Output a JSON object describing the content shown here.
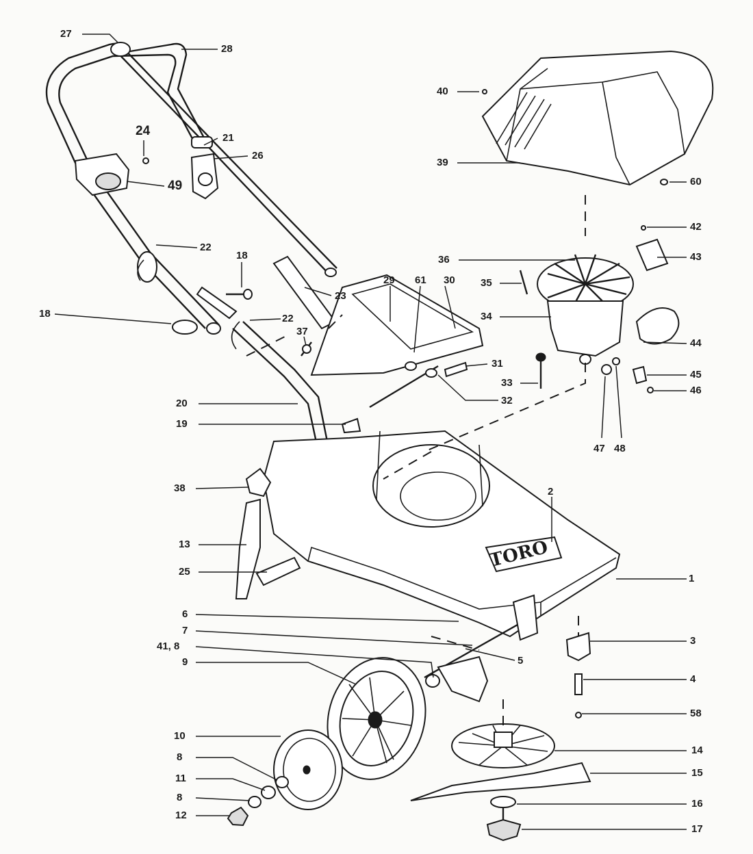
{
  "brand": "TORO",
  "parts": [
    {
      "id": "p27",
      "label": "27"
    },
    {
      "id": "p28",
      "label": "28"
    },
    {
      "id": "p24",
      "label": "24"
    },
    {
      "id": "p21",
      "label": "21"
    },
    {
      "id": "p26",
      "label": "26"
    },
    {
      "id": "p49",
      "label": "49"
    },
    {
      "id": "p22a",
      "label": "22"
    },
    {
      "id": "p18b",
      "label": "18"
    },
    {
      "id": "p23",
      "label": "23"
    },
    {
      "id": "p18a",
      "label": "18"
    },
    {
      "id": "p22b",
      "label": "22"
    },
    {
      "id": "p37",
      "label": "37"
    },
    {
      "id": "p29",
      "label": "29"
    },
    {
      "id": "p61",
      "label": "61"
    },
    {
      "id": "p30",
      "label": "30"
    },
    {
      "id": "p31",
      "label": "31"
    },
    {
      "id": "p32",
      "label": "32"
    },
    {
      "id": "p20",
      "label": "20"
    },
    {
      "id": "p19",
      "label": "19"
    },
    {
      "id": "p38",
      "label": "38"
    },
    {
      "id": "p13",
      "label": "13"
    },
    {
      "id": "p25",
      "label": "25"
    },
    {
      "id": "p2",
      "label": "2"
    },
    {
      "id": "p1",
      "label": "1"
    },
    {
      "id": "p6",
      "label": "6"
    },
    {
      "id": "p7",
      "label": "7"
    },
    {
      "id": "p41_8",
      "label": "41, 8"
    },
    {
      "id": "p9",
      "label": "9"
    },
    {
      "id": "p5",
      "label": "5"
    },
    {
      "id": "p10",
      "label": "10"
    },
    {
      "id": "p8a",
      "label": "8"
    },
    {
      "id": "p11",
      "label": "11"
    },
    {
      "id": "p8b",
      "label": "8"
    },
    {
      "id": "p12",
      "label": "12"
    },
    {
      "id": "p14",
      "label": "14"
    },
    {
      "id": "p15",
      "label": "15"
    },
    {
      "id": "p16",
      "label": "16"
    },
    {
      "id": "p17",
      "label": "17"
    },
    {
      "id": "p3",
      "label": "3"
    },
    {
      "id": "p4",
      "label": "4"
    },
    {
      "id": "p58",
      "label": "58"
    },
    {
      "id": "p40",
      "label": "40"
    },
    {
      "id": "p39",
      "label": "39"
    },
    {
      "id": "p60",
      "label": "60"
    },
    {
      "id": "p42",
      "label": "42"
    },
    {
      "id": "p36",
      "label": "36"
    },
    {
      "id": "p43",
      "label": "43"
    },
    {
      "id": "p35",
      "label": "35"
    },
    {
      "id": "p34",
      "label": "34"
    },
    {
      "id": "p44",
      "label": "44"
    },
    {
      "id": "p33",
      "label": "33"
    },
    {
      "id": "p45",
      "label": "45"
    },
    {
      "id": "p46",
      "label": "46"
    },
    {
      "id": "p47",
      "label": "47"
    },
    {
      "id": "p48",
      "label": "48"
    }
  ]
}
